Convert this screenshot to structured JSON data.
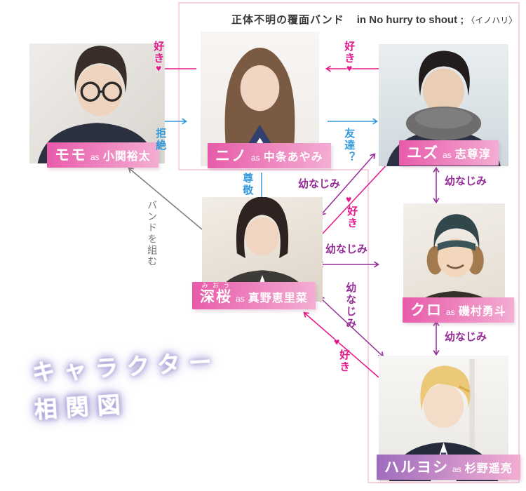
{
  "band_box": {
    "label": "正体不明の覆面バンド",
    "name": "in No hurry to shout ;",
    "nickname": "〈イノハリ〉"
  },
  "characters": {
    "momo": {
      "name": "モモ",
      "as": "as",
      "actor": "小関裕太"
    },
    "nino": {
      "name": "ニノ",
      "as": "as",
      "actor": "中条あやみ"
    },
    "yuzu": {
      "name": "ユズ",
      "as": "as",
      "actor": "志尊淳"
    },
    "mio": {
      "name": "深桜",
      "furigana": "みおう",
      "as": "as",
      "actor": "真野恵里菜"
    },
    "kuro": {
      "name": "クロ",
      "as": "as",
      "actor": "磯村勇斗"
    },
    "haruyoshi": {
      "name": "ハルヨシ",
      "as": "as",
      "actor": "杉野遥亮"
    }
  },
  "relationships": {
    "nino_to_momo_suki": {
      "label": "好き",
      "heart": "♥"
    },
    "momo_to_nino_kyozetsu": {
      "label": "拒絶"
    },
    "yuzu_to_nino_suki": {
      "label": "好き",
      "heart": "♥"
    },
    "nino_to_yuzu_tomodachi": {
      "label": "友達？"
    },
    "nino_to_mio_sonkei": {
      "label": "尊敬"
    },
    "mio_yuzu_osananajimi": {
      "label": "幼なじみ"
    },
    "mio_to_yuzu_suki": {
      "label": "好き",
      "heart": "♥"
    },
    "mio_kuro_osananajimi": {
      "label": "幼なじみ"
    },
    "mio_haruyoshi_osananajimi": {
      "label": "幼なじみ"
    },
    "haruyoshi_to_mio_suki": {
      "label": "好き",
      "heart": "♥"
    },
    "yuzu_kuro_osananajimi": {
      "label": "幼なじみ"
    },
    "kuro_haruyoshi_osananajimi": {
      "label": "幼なじみ"
    },
    "mio_to_momo_band": {
      "label": "バンドを組む"
    }
  },
  "title": {
    "line1": "キャラクター",
    "line2": "相関図"
  },
  "colors": {
    "pink": "#e6158b",
    "blue": "#3399db",
    "purple": "#952d96",
    "gray": "#7a7a7a",
    "box_border": "#f6c2d9",
    "label_start": "#e75aa9",
    "label_end": "#f4aed3",
    "haru_start": "#9d6cbd",
    "glow": "#a99cd6",
    "header_text": "#3a3a3a"
  }
}
